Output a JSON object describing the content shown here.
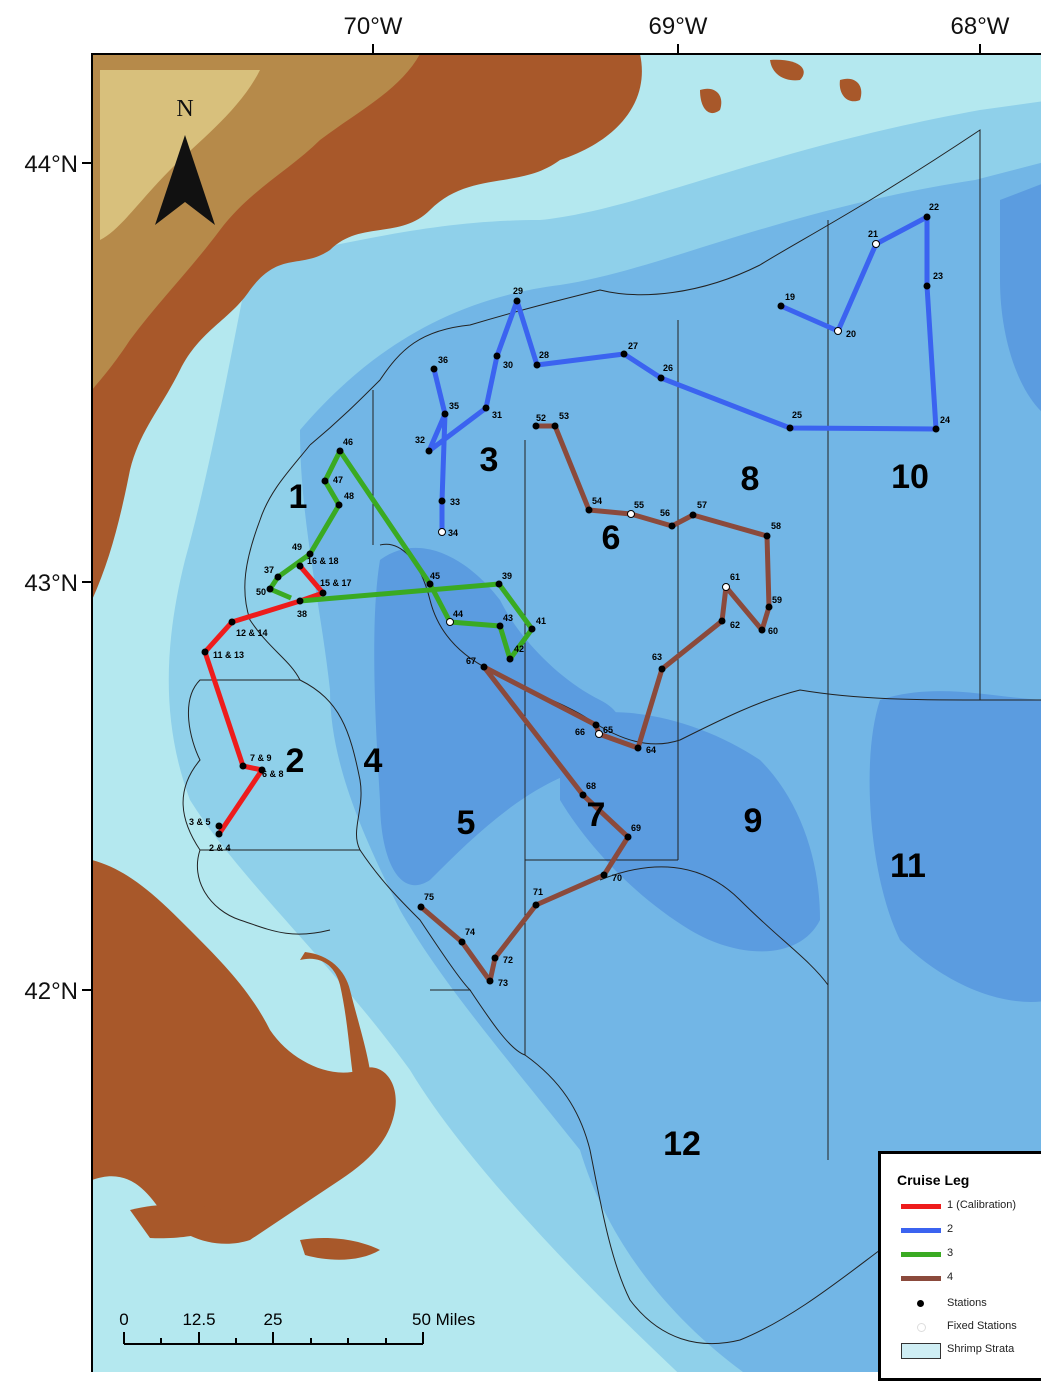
{
  "axes": {
    "longitude_labels": [
      "70°W",
      "69°W",
      "68°W"
    ],
    "latitude_labels": [
      "44°N",
      "43°N",
      "42°N"
    ]
  },
  "north_arrow": {
    "label": "N"
  },
  "strata_labels": [
    "1",
    "2",
    "3",
    "4",
    "5",
    "6",
    "7",
    "8",
    "9",
    "10",
    "11",
    "12"
  ],
  "station_labels": [
    "2 & 4",
    "3 & 5",
    "6 & 8",
    "7 & 9",
    "11 & 13",
    "12 & 14",
    "15 & 17",
    "16 & 18",
    "19",
    "20",
    "21",
    "22",
    "23",
    "24",
    "25",
    "26",
    "27",
    "28",
    "29",
    "30",
    "31",
    "32",
    "33",
    "34",
    "35",
    "36",
    "37",
    "38",
    "39",
    "41",
    "42",
    "43",
    "44",
    "45",
    "46",
    "47",
    "48",
    "49",
    "50",
    "52",
    "53",
    "54",
    "55",
    "56",
    "57",
    "58",
    "59",
    "60",
    "61",
    "62",
    "63",
    "64",
    "65",
    "66",
    "67",
    "68",
    "69",
    "70",
    "71",
    "72",
    "73",
    "74",
    "75"
  ],
  "legend": {
    "title": "Cruise Leg",
    "legs": [
      {
        "label": "1 (Calibration)",
        "color": "#ee1c1c"
      },
      {
        "label": "2",
        "color": "#3b63f0"
      },
      {
        "label": "3",
        "color": "#3aaa22"
      },
      {
        "label": "4",
        "color": "#8b4a3c"
      }
    ],
    "stations_label": "Stations",
    "fixed_label": "Fixed Stations",
    "strata_label": "Shrimp Strata"
  },
  "scale_bar": {
    "ticks": [
      "0",
      "12.5",
      "25",
      "50 Miles"
    ]
  },
  "colors": {
    "land": "#a8582a",
    "highland": "#b07a40",
    "shallow": "#b4e8ef",
    "mid": "#8ccdea",
    "deep": "#6aaee4",
    "deepest": "#5694de"
  }
}
